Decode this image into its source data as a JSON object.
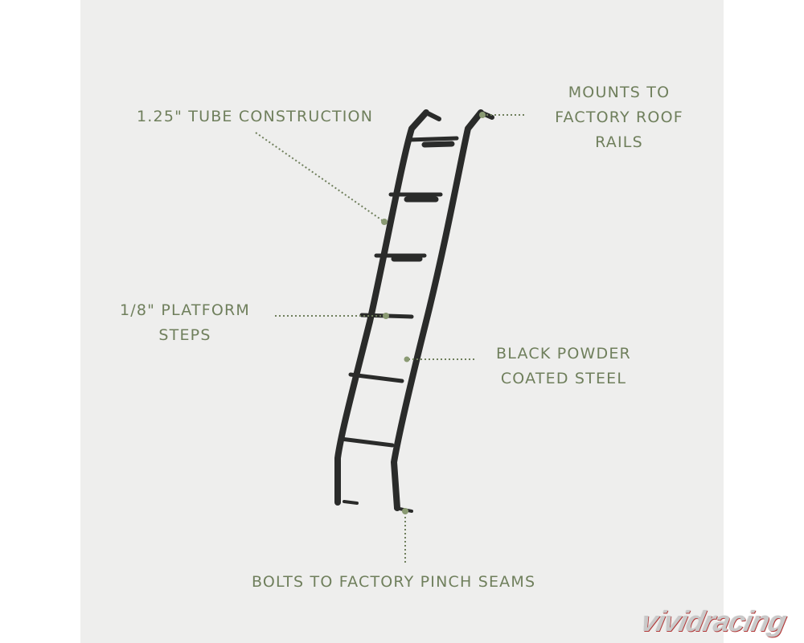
{
  "callouts": {
    "tube": "1.25\" TUBE CONSTRUCTION",
    "mounts_line1": "MOUNTS TO",
    "mounts_line2": "FACTORY ROOF",
    "mounts_line3": "RAILS",
    "platform_line1": "1/8\" PLATFORM",
    "platform_line2": "STEPS",
    "powder_line1": "BLACK POWDER",
    "powder_line2": "COATED STEEL",
    "bolts": "BOLTS TO FACTORY PINCH SEAMS"
  },
  "watermark": "vividracing",
  "colors": {
    "background": "#eeeeed",
    "label": "#6f7f5c",
    "ladder": "#2a2b2a",
    "dot": "#8a9a73",
    "leader": "#6f7f5c"
  },
  "icons": [
    "ladder-illustration"
  ]
}
